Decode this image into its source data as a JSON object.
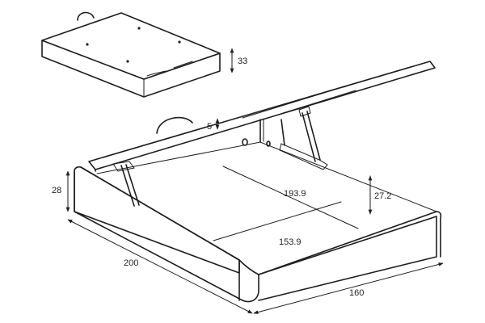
{
  "dimensions": {
    "lid_thickness": "33",
    "lid_gap": "5",
    "frame_height": "28",
    "inner_length": "193.9",
    "inner_depth": "27.2",
    "inner_width": "153.9",
    "outer_length": "200",
    "outer_width": "160"
  }
}
